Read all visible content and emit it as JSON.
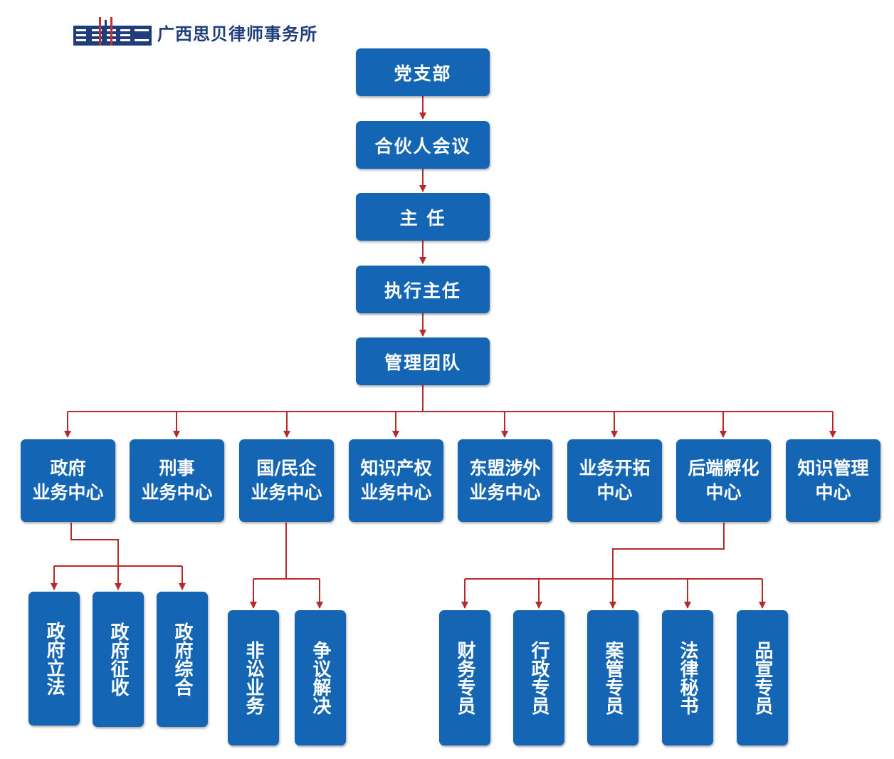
{
  "logo": {
    "firm_name": "广西思贝律师事务所"
  },
  "colors": {
    "box": "#1466b4",
    "connector": "#b62a2a",
    "logo_text": "#1f3d7a"
  },
  "chain": {
    "party_branch": "党支部",
    "partners_meeting": "合伙人会议",
    "director": "主 任",
    "executive_director": "执行主任",
    "management_team": "管理团队"
  },
  "centers": {
    "government": "政府\n业务中心",
    "criminal": "刑事\n业务中心",
    "enterprise": "国/民企\n业务中心",
    "ip": "知识产权\n业务中心",
    "asean": "东盟涉外\n业务中心",
    "business_dev": "业务开拓\n中心",
    "incubation": "后端孵化\n中心",
    "knowledge_mgmt": "知识管理\n中心"
  },
  "government_sub": {
    "legislation": "政府立法",
    "expropriation": "政府征收",
    "general": "政府综合"
  },
  "enterprise_sub": {
    "non_litigation": "非讼业务",
    "dispute": "争议解决"
  },
  "incubation_sub": {
    "finance": "财务专员",
    "admin": "行政专员",
    "case_mgmt": "案管专员",
    "legal_secretary": "法律秘书",
    "branding": "品宣专员"
  }
}
